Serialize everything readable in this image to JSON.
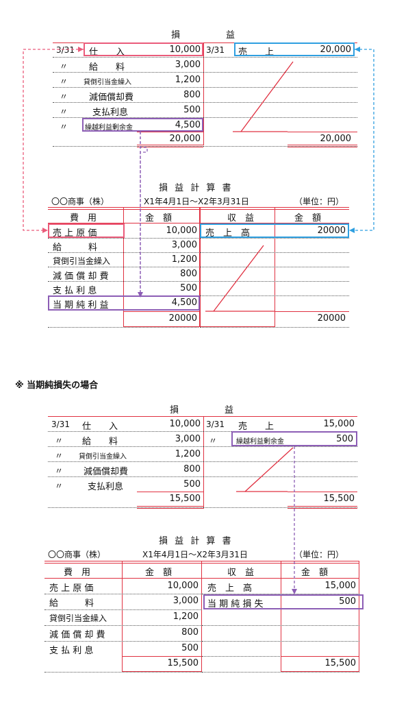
{
  "top_ledger": {
    "title_left": "損",
    "title_right": "益",
    "debit": [
      {
        "date": "3/31",
        "name": "仕　　入",
        "amount": "10,000"
      },
      {
        "date": "〃",
        "name": "給　　料",
        "amount": "3,000"
      },
      {
        "date": "〃",
        "name": "貸倒引当金繰入",
        "amount": "1,200"
      },
      {
        "date": "〃",
        "name": "減価償却費",
        "amount": "800"
      },
      {
        "date": "〃",
        "name": "支払利息",
        "amount": "500"
      },
      {
        "date": "〃",
        "name": "繰越利益剰余金",
        "amount": "4,500"
      }
    ],
    "debit_total": "20,000",
    "credit": [
      {
        "date": "3/31",
        "name": "売　　上",
        "amount": "20,000"
      }
    ],
    "credit_total": "20,000"
  },
  "top_pl": {
    "title": "損 益 計 算 書",
    "company": "〇〇商事（株）",
    "period": "X1年4月1日〜X2年3月31日",
    "unit": "（単位：円）",
    "headers": [
      "費　用",
      "金　額",
      "収　益",
      "金　額"
    ],
    "expenses": [
      {
        "name": "売 上 原 価",
        "amount": "10,000"
      },
      {
        "name": "給　　　料",
        "amount": "3,000"
      },
      {
        "name": "貸倒引当金繰入",
        "amount": "1,200"
      },
      {
        "name": "減 価 償 却 費",
        "amount": "800"
      },
      {
        "name": "支 払 利 息",
        "amount": "500"
      },
      {
        "name": "当 期 純 利 益",
        "amount": "4,500"
      }
    ],
    "expense_total": "20000",
    "revenues": [
      {
        "name": "売　上　高",
        "amount": "20000"
      }
    ],
    "revenue_total": "20000"
  },
  "note": "※ 当期純損失の場合",
  "bottom_ledger": {
    "title_left": "損",
    "title_right": "益",
    "debit": [
      {
        "date": "3/31",
        "name": "仕　　入",
        "amount": "10,000"
      },
      {
        "date": "〃",
        "name": "給　　料",
        "amount": "3,000"
      },
      {
        "date": "〃",
        "name": "貸倒引当金繰入",
        "amount": "1,200"
      },
      {
        "date": "〃",
        "name": "減価償却費",
        "amount": "800"
      },
      {
        "date": "〃",
        "name": "支払利息",
        "amount": "500"
      }
    ],
    "debit_total": "15,500",
    "credit": [
      {
        "date": "3/31",
        "name": "売　　上",
        "amount": "15,000"
      },
      {
        "date": "〃",
        "name": "繰越利益剰余金",
        "amount": "500"
      }
    ],
    "credit_total": "15,500"
  },
  "bottom_pl": {
    "title": "損 益 計 算 書",
    "company": "〇〇商事（株）",
    "period": "X1年4月1日〜X2年3月31日",
    "unit": "（単位：円）",
    "headers": [
      "費　用",
      "金　額",
      "収　益",
      "金　額"
    ],
    "expenses": [
      {
        "name": "売 上 原 価",
        "amount": "10,000"
      },
      {
        "name": "給　　　料",
        "amount": "3,000"
      },
      {
        "name": "貸倒引当金繰入",
        "amount": "1,200"
      },
      {
        "name": "減 価 償 却 費",
        "amount": "800"
      },
      {
        "name": "支 払 利 息",
        "amount": "500"
      }
    ],
    "expense_total": "15,500",
    "revenues": [
      {
        "name": "売　上　高",
        "amount": "15,000"
      },
      {
        "name": "当 期 純 損 失",
        "amount": "500"
      }
    ],
    "revenue_total": "15,500"
  }
}
